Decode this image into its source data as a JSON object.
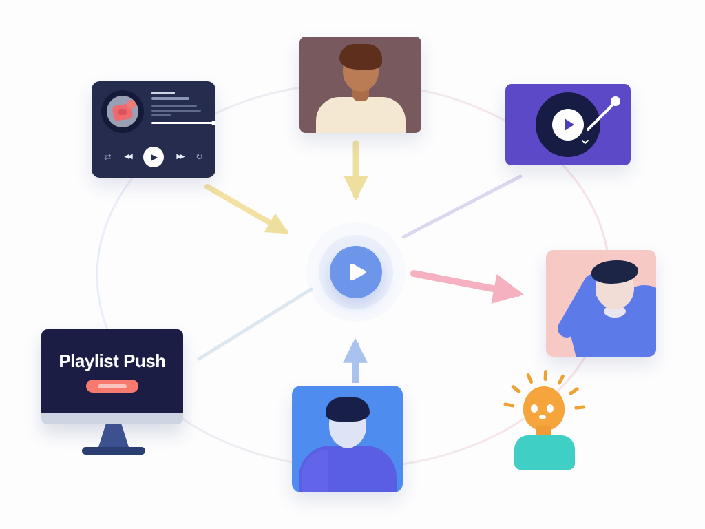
{
  "page": {
    "background": "#fdfdfe"
  },
  "center_play_button": {
    "icon": "play-icon",
    "color": "#6d96ea"
  },
  "monitor": {
    "title": "Playlist Push",
    "cta_label": "",
    "colors": {
      "screen": "#1b1d44",
      "cta": "#f8796e",
      "bezel": "#cdd5e3",
      "stand": "#3d5191",
      "base": "#2b3e72"
    }
  },
  "music_player": {
    "progress_percent": 96,
    "colors": {
      "card": "#252c4d",
      "album_blob": "#ee6a6f",
      "progress_fill": "#ffffff"
    },
    "controls": [
      {
        "name": "shuffle",
        "glyph": "⇄"
      },
      {
        "name": "rewind",
        "glyph": "◀◀"
      },
      {
        "name": "play",
        "glyph": "▶"
      },
      {
        "name": "forward",
        "glyph": "▶▶"
      },
      {
        "name": "repeat",
        "glyph": "↻"
      }
    ]
  },
  "vinyl_card": {
    "color": "#5b49c7",
    "disc_color": "#171c45"
  },
  "listener_cards": {
    "top": "#785a5e",
    "right": "#f7c9c5",
    "bottom": "#4f8cf0"
  },
  "idea_person": {
    "head": "#f6a53d",
    "torso": "#3fcfc4",
    "rays": "#eda233"
  },
  "connectors": {
    "ring_left": "#e6edf6",
    "ring_right": "#f6dee3",
    "player_to_center": "#f3e0a3",
    "top_to_center": "#eee0a2",
    "center_to_right": "#f5b1bf",
    "bottom_to_center": "#a9c2ee",
    "vinyl_to_center": "#d9d6ef",
    "monitor_to_center": "#dde7f0"
  }
}
